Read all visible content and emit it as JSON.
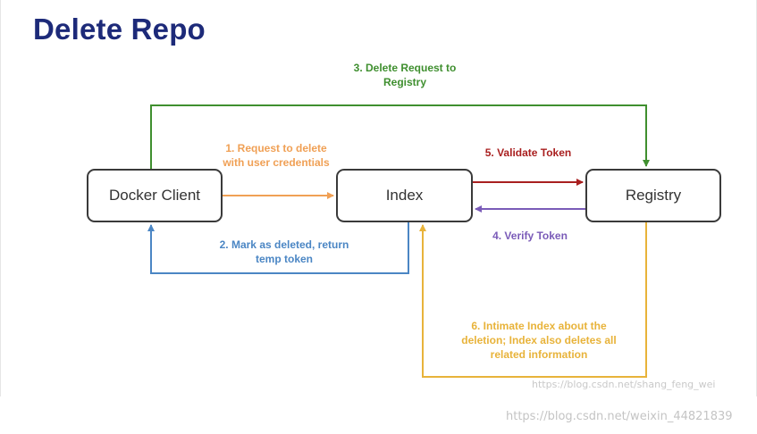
{
  "title": "Delete Repo",
  "nodes": {
    "docker_client": "Docker Client",
    "index": "Index",
    "registry": "Registry"
  },
  "steps": {
    "s1": [
      "1. Request to delete",
      "with user credentials"
    ],
    "s2": [
      "2. Mark as deleted, return",
      "temp token"
    ],
    "s3": [
      "3. Delete Request to",
      "Registry"
    ],
    "s4": [
      "4. Verify Token"
    ],
    "s5": [
      "5. Validate Token"
    ],
    "s6": [
      "6. Intimate Index about the",
      "deletion; Index also deletes all",
      "related information"
    ]
  },
  "colors": {
    "title": "#1d2a79",
    "step1": "#f0a055",
    "step2": "#4b86c4",
    "step3": "#3f8f2f",
    "step4": "#7a5bb8",
    "step5": "#a91f1f",
    "step6": "#e8b33a"
  },
  "watermarks": {
    "inner": "https://blog.csdn.net/shang_feng_wei",
    "outer": "https://blog.csdn.net/weixin_44821839"
  }
}
